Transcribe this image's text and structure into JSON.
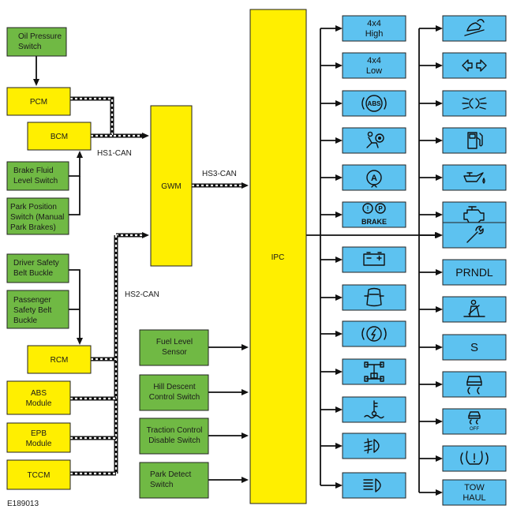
{
  "colors": {
    "green": "#70b944",
    "yellow": "#ffef00",
    "blue": "#5dc2f0",
    "line": "#111111"
  },
  "labels": {
    "oil_pressure": [
      "Oil Pressure",
      "Switch"
    ],
    "pcm": "PCM",
    "bcm": "BCM",
    "brake_fluid": [
      "Brake Fluid",
      "Level Switch"
    ],
    "park_position": [
      "Park Position",
      "Switch (Manual",
      "Park Brakes)"
    ],
    "driver_belt": [
      "Driver Safety",
      "Belt Buckle"
    ],
    "passenger_belt": [
      "Passenger",
      "Safety Belt",
      "Buckle"
    ],
    "rcm": "RCM",
    "abs_module": [
      "ABS",
      "Module"
    ],
    "epb_module": [
      "EPB",
      "Module"
    ],
    "tccm": "TCCM",
    "gwm": "GWM",
    "ipc": "IPC",
    "hs1": "HS1-CAN",
    "hs2": "HS2-CAN",
    "hs3": "HS3-CAN",
    "fuel_level": [
      "Fuel Level",
      "Sensor"
    ],
    "hill_descent": [
      "Hill Descent",
      "Control Switch"
    ],
    "traction_control": [
      "Traction Control",
      "Disable Switch"
    ],
    "park_detect": [
      "Park Detect",
      "Switch"
    ],
    "figure_id": "E189013"
  },
  "indicators_middle": [
    {
      "text": [
        "4x4",
        "High"
      ],
      "icon": ""
    },
    {
      "text": [
        "4x4",
        "Low"
      ],
      "icon": ""
    },
    {
      "text": [],
      "icon": "abs-icon",
      "icon_text": "ABS"
    },
    {
      "text": [],
      "icon": "airbag-icon"
    },
    {
      "text": [],
      "icon": "auto-stop-icon",
      "icon_text": "A"
    },
    {
      "text": [
        "BRAKE"
      ],
      "icon": "brake-icon",
      "icon_text": "! P"
    },
    {
      "text": [],
      "icon": "battery-icon"
    },
    {
      "text": [],
      "icon": "door-open-icon"
    },
    {
      "text": [],
      "icon": "epb-icon"
    },
    {
      "text": [],
      "icon": "diff-lock-icon"
    },
    {
      "text": [],
      "icon": "coolant-temp-icon"
    },
    {
      "text": [],
      "icon": "front-fog-icon"
    },
    {
      "text": [],
      "icon": "high-beam-icon"
    }
  ],
  "indicators_right": [
    {
      "text": [],
      "icon": "hill-descent-icon"
    },
    {
      "text": [],
      "icon": "turn-signal-icon"
    },
    {
      "text": [],
      "icon": "side-lamp-icon"
    },
    {
      "text": [],
      "icon": "fuel-icon"
    },
    {
      "text": [],
      "icon": "oil-pressure-icon"
    },
    {
      "text": [],
      "icon": "engine-check-icon"
    },
    {
      "text": [],
      "icon": "service-wrench-icon"
    },
    {
      "text": [
        "PRNDL"
      ],
      "icon": ""
    },
    {
      "text": [],
      "icon": "seatbelt-icon"
    },
    {
      "text": [],
      "icon": "sport-mode-icon",
      "icon_text": "S"
    },
    {
      "text": [],
      "icon": "stability-control-icon"
    },
    {
      "text": [],
      "icon": "stability-off-icon",
      "icon_text": "OFF"
    },
    {
      "text": [],
      "icon": "tire-pressure-icon"
    },
    {
      "text": [
        "TOW",
        "HAUL"
      ],
      "icon": ""
    }
  ]
}
